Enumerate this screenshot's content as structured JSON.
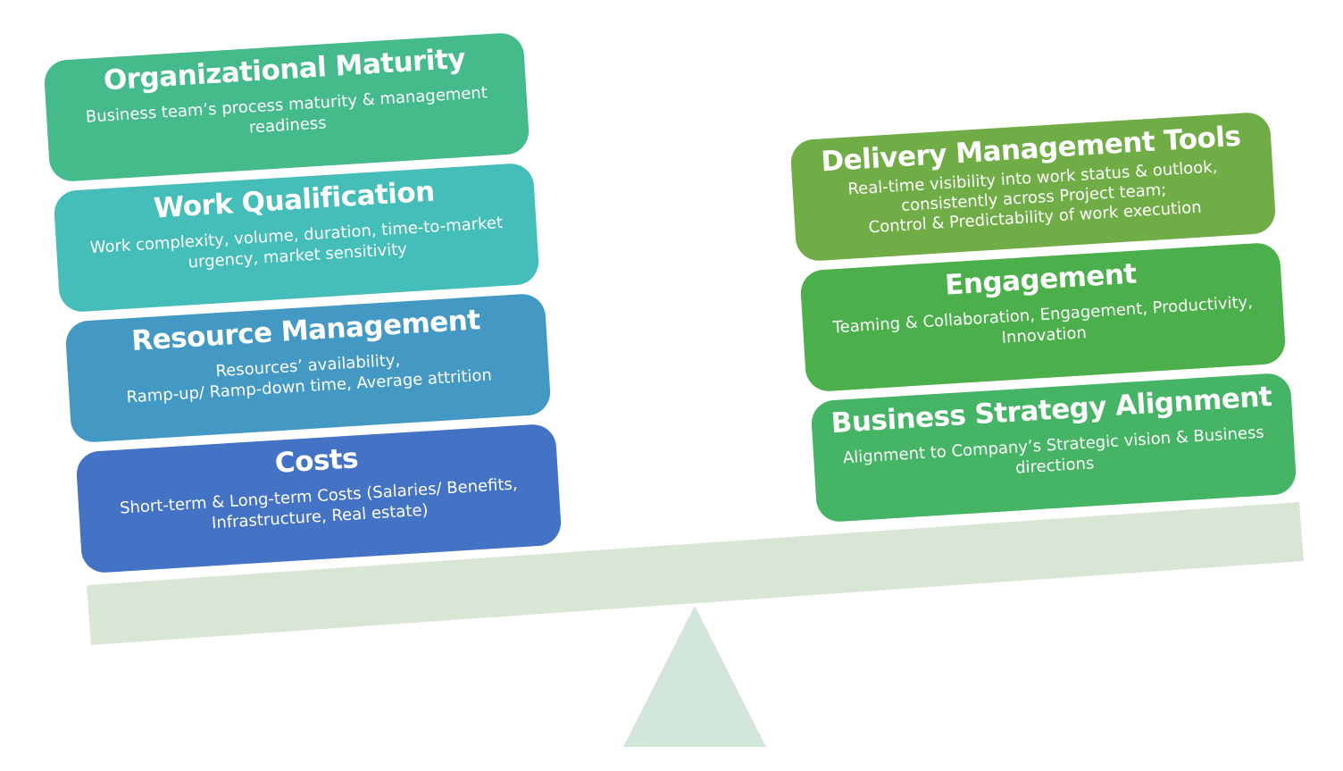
{
  "diagram": {
    "type": "balance-scale",
    "left_side": [
      {
        "title": "Organizational Maturity",
        "description": "Business team’s process maturity & management\nreadiness",
        "color": "#45BA8A"
      },
      {
        "title": "Work Qualification",
        "description": "Work complexity, volume, duration, time-to-market\nurgency, market sensitivity",
        "color": "#45BDB8"
      },
      {
        "title": "Resource Management",
        "description": "Resources’ availability,\nRamp-up/ Ramp-down time, Average attrition",
        "color": "#4499C4"
      },
      {
        "title": "Costs",
        "description": "Short-term & Long-term Costs (Salaries/ Benefits,\nInfrastructure, Real estate)",
        "color": "#4472C4"
      }
    ],
    "right_side": [
      {
        "title": "Delivery Management Tools",
        "description": "Real-time visibility into work status & outlook,\nconsistently across Project team;\nControl & Predictability of work  execution",
        "color": "#70AD47"
      },
      {
        "title": "Engagement",
        "description": "Teaming & Collaboration, Engagement, Productivity,\nInnovation",
        "color": "#4BAF4B"
      },
      {
        "title": "Business Strategy Alignment",
        "description": "Alignment to Company’s Strategic vision & Business\ndirections",
        "color": "#45B565"
      }
    ],
    "beam_color": "#DAE6D5",
    "fulcrum_color": "#D2E6DA"
  }
}
